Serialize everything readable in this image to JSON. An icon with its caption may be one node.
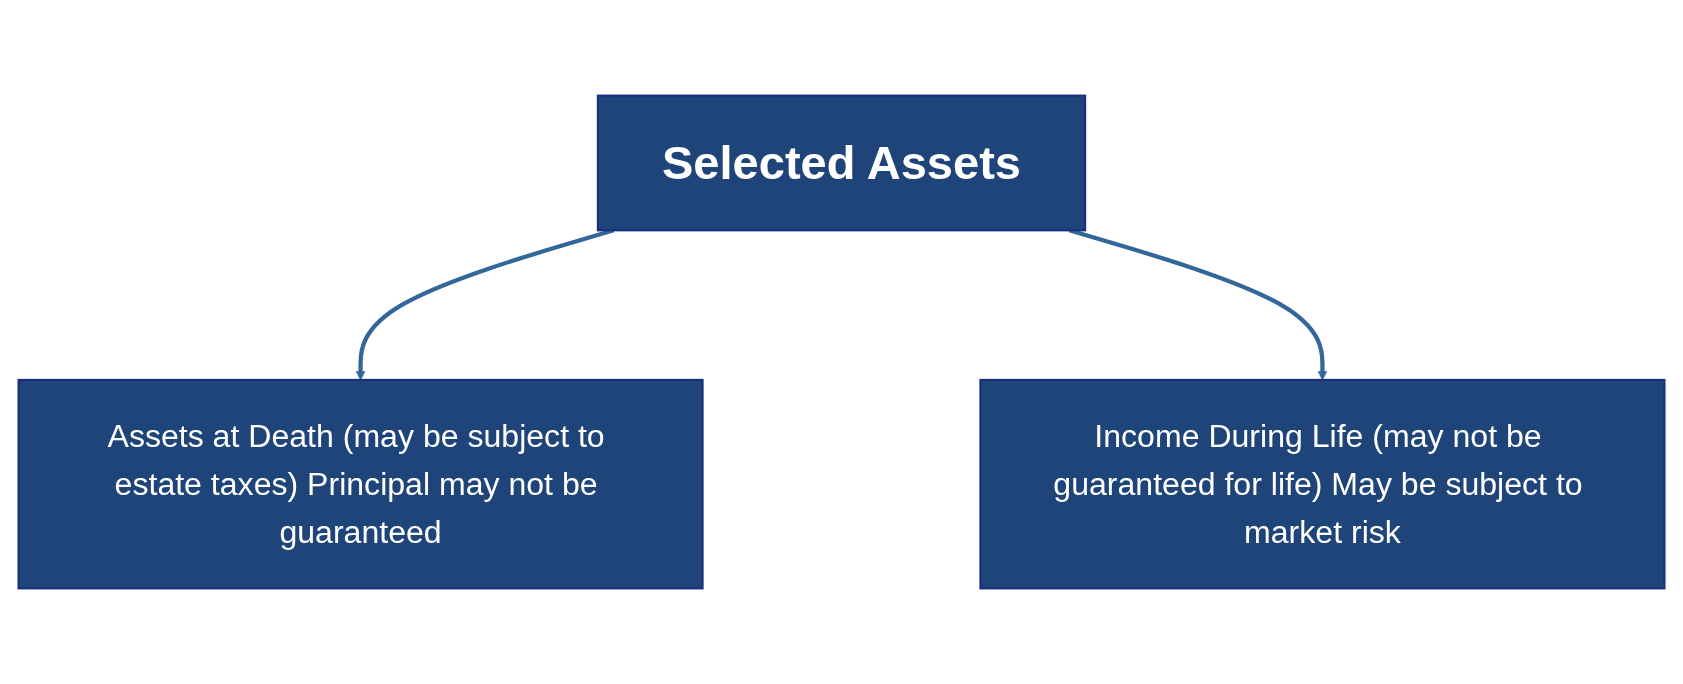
{
  "diagram": {
    "nodes": [
      {
        "text": [
          "Selected Assets"
        ]
      },
      {
        "text": [
          "Assets at Death (may be subject to estate taxes) Principal may not be guaranteed"
        ]
      },
      {
        "text": [
          "Income During Life (may not be guaranteed for life) May be subject to market risk"
        ]
      }
    ],
    "edges": [
      {
        "from": 0,
        "to": 1,
        "arrow": "to"
      },
      {
        "from": 0,
        "to": 2,
        "arrow": "to"
      }
    ]
  }
}
